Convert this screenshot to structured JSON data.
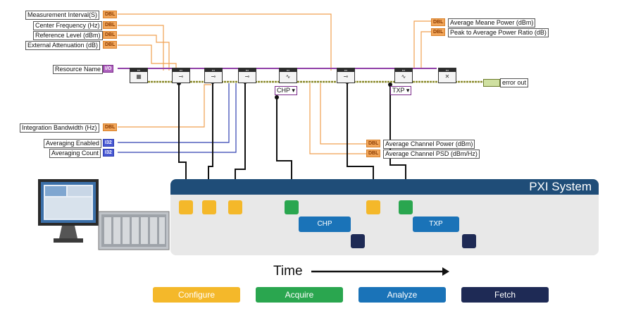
{
  "controls": {
    "measurement_interval": "Measurement Interval(S)",
    "center_frequency": "Center Frequency (Hz)",
    "reference_level": "Reference Level (dBm)",
    "external_attenuation": "External Attenuation (dB)",
    "resource_name": "Resource Name",
    "integration_bandwidth": "Integration Bandwidth (Hz)",
    "averaging_enabled": "Averaging Enabled",
    "averaging_count": "Averaging Count"
  },
  "terminals": {
    "dbl": "DBL",
    "i32": "I32",
    "io": "I/O"
  },
  "indicators": {
    "average_mean_power": "Average Meane Power (dBm)",
    "peak_to_average": "Peak to Average Power Ratio (dB)",
    "avg_channel_power": "Average Channel Power (dBm)",
    "avg_channel_psd": "Average Channel PSD (dBm/Hz)",
    "error_out": "error out"
  },
  "rings": {
    "chp": "CHP",
    "txp": "TXP"
  },
  "pxi": {
    "title": "PXI System",
    "chp_label": "CHP",
    "txp_label": "TXP"
  },
  "time_label": "Time",
  "legend": {
    "configure": "Configure",
    "acquire": "Acquire",
    "analyze": "Analyze",
    "fetch": "Fetch"
  },
  "colors": {
    "configure": "#f4b82a",
    "acquire": "#2aa64f",
    "analyze": "#1a73b8",
    "fetch": "#1e2a55",
    "pxi_header": "#1f4d78"
  }
}
